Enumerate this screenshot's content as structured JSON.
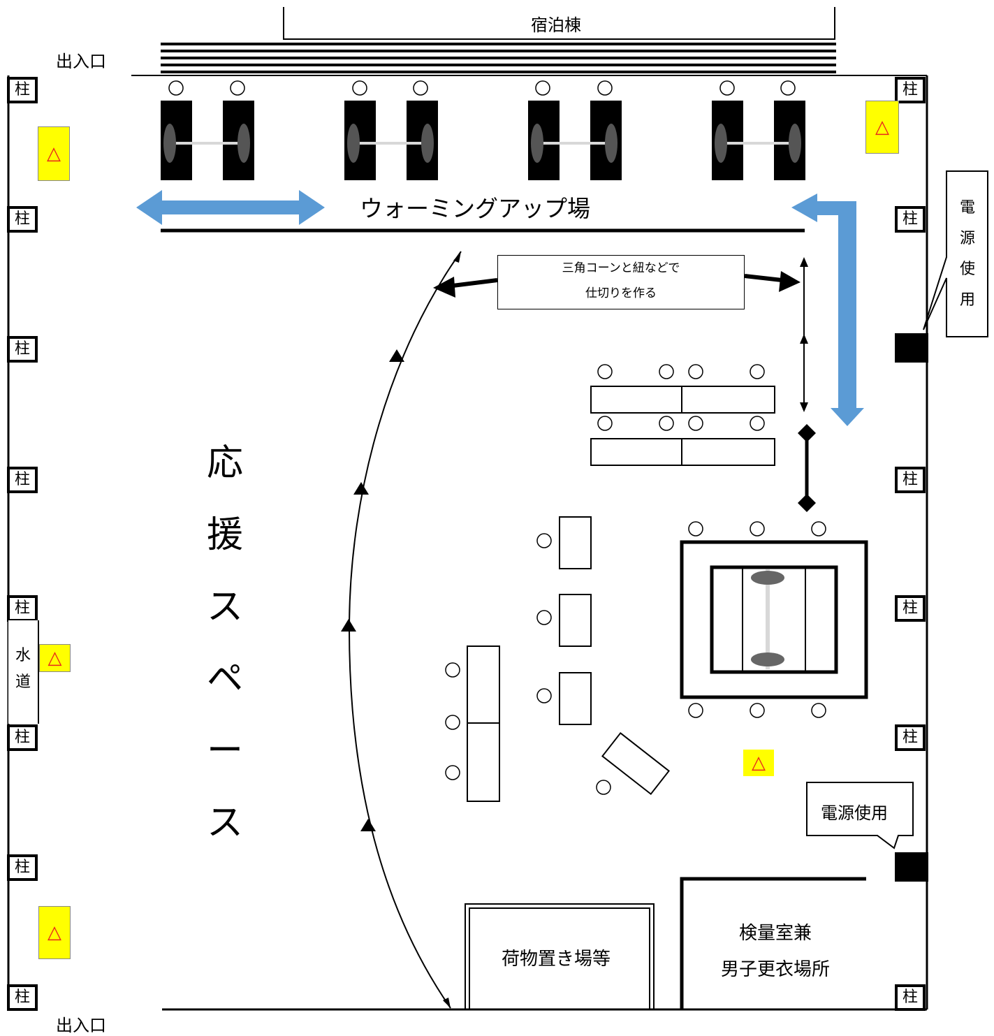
{
  "labels": {
    "lodging": "宿泊棟",
    "entrance_top": "出入口",
    "entrance_bottom": "出入口",
    "warmup": "ウォーミングアップ場",
    "partition_line1": "三角コーンと紐などで",
    "partition_line2": "仕切りを作る",
    "power_vertical": [
      "電",
      "源",
      "使",
      "用"
    ],
    "power_horizontal": "電源使用",
    "cheer_space": [
      "応",
      "援",
      "ス",
      "ペ",
      "ー",
      "ス"
    ],
    "water": [
      "水",
      "道"
    ],
    "luggage": "荷物置き場等",
    "weighing_line1": "検量室兼",
    "weighing_line2": "男子更衣場所",
    "pillar": "柱",
    "hazard": "△",
    "chair": "○"
  },
  "colors": {
    "arrow_blue": "#5b9bd5",
    "hazard_fill": "#ffff00",
    "hazard_symbol": "#e8261c"
  },
  "icons": {
    "barbell": "barbell-icon",
    "chair": "circle-seat-icon",
    "hazard": "triangle-hazard-icon"
  }
}
